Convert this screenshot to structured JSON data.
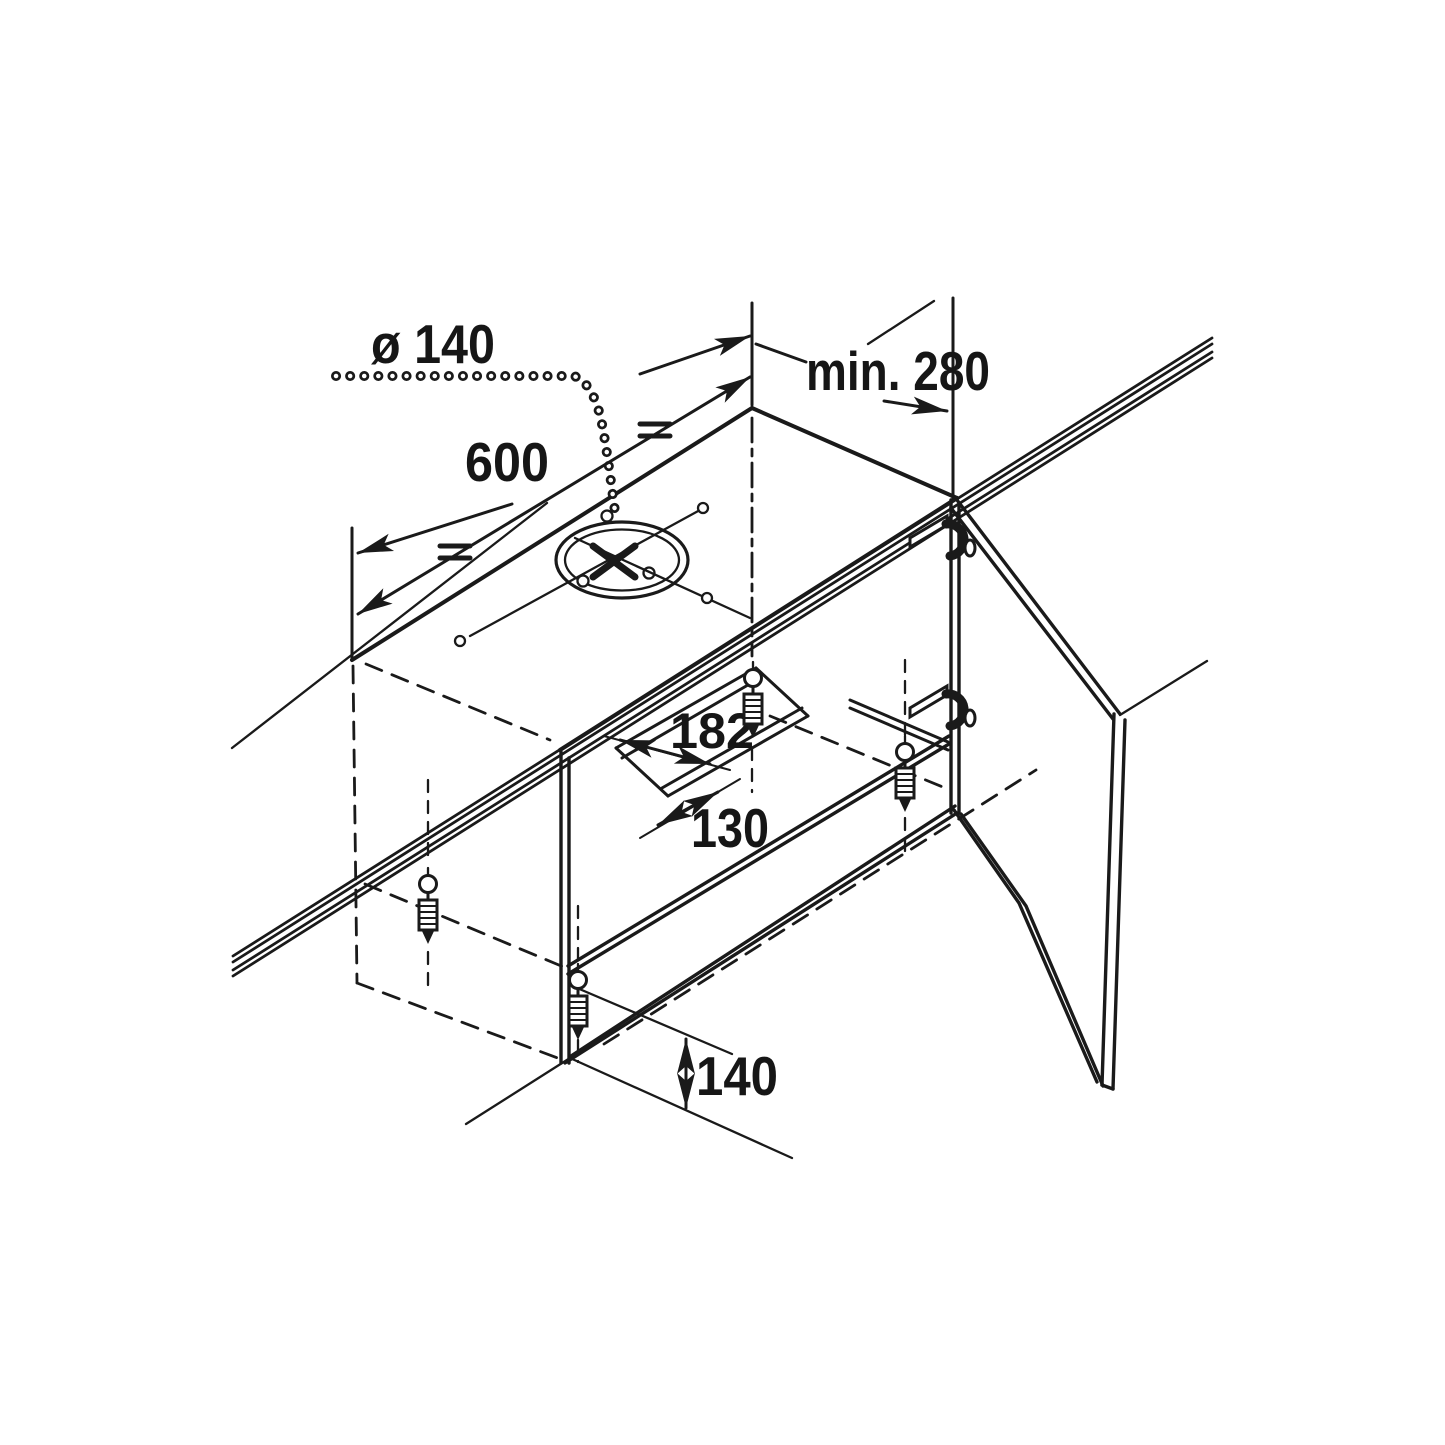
{
  "diagram": {
    "type": "appliance-installation-drawing",
    "subject": "built-in cooker hood wall cabinet with dimensions",
    "background_color": "#ffffff",
    "line_color": "#1a1a1a",
    "labels": {
      "hole_diameter": "ø 140",
      "cabinet_width": "600",
      "min_depth": "min. 280",
      "cutout_length": "182",
      "cutout_width": "130",
      "bottom_height": "140"
    }
  }
}
